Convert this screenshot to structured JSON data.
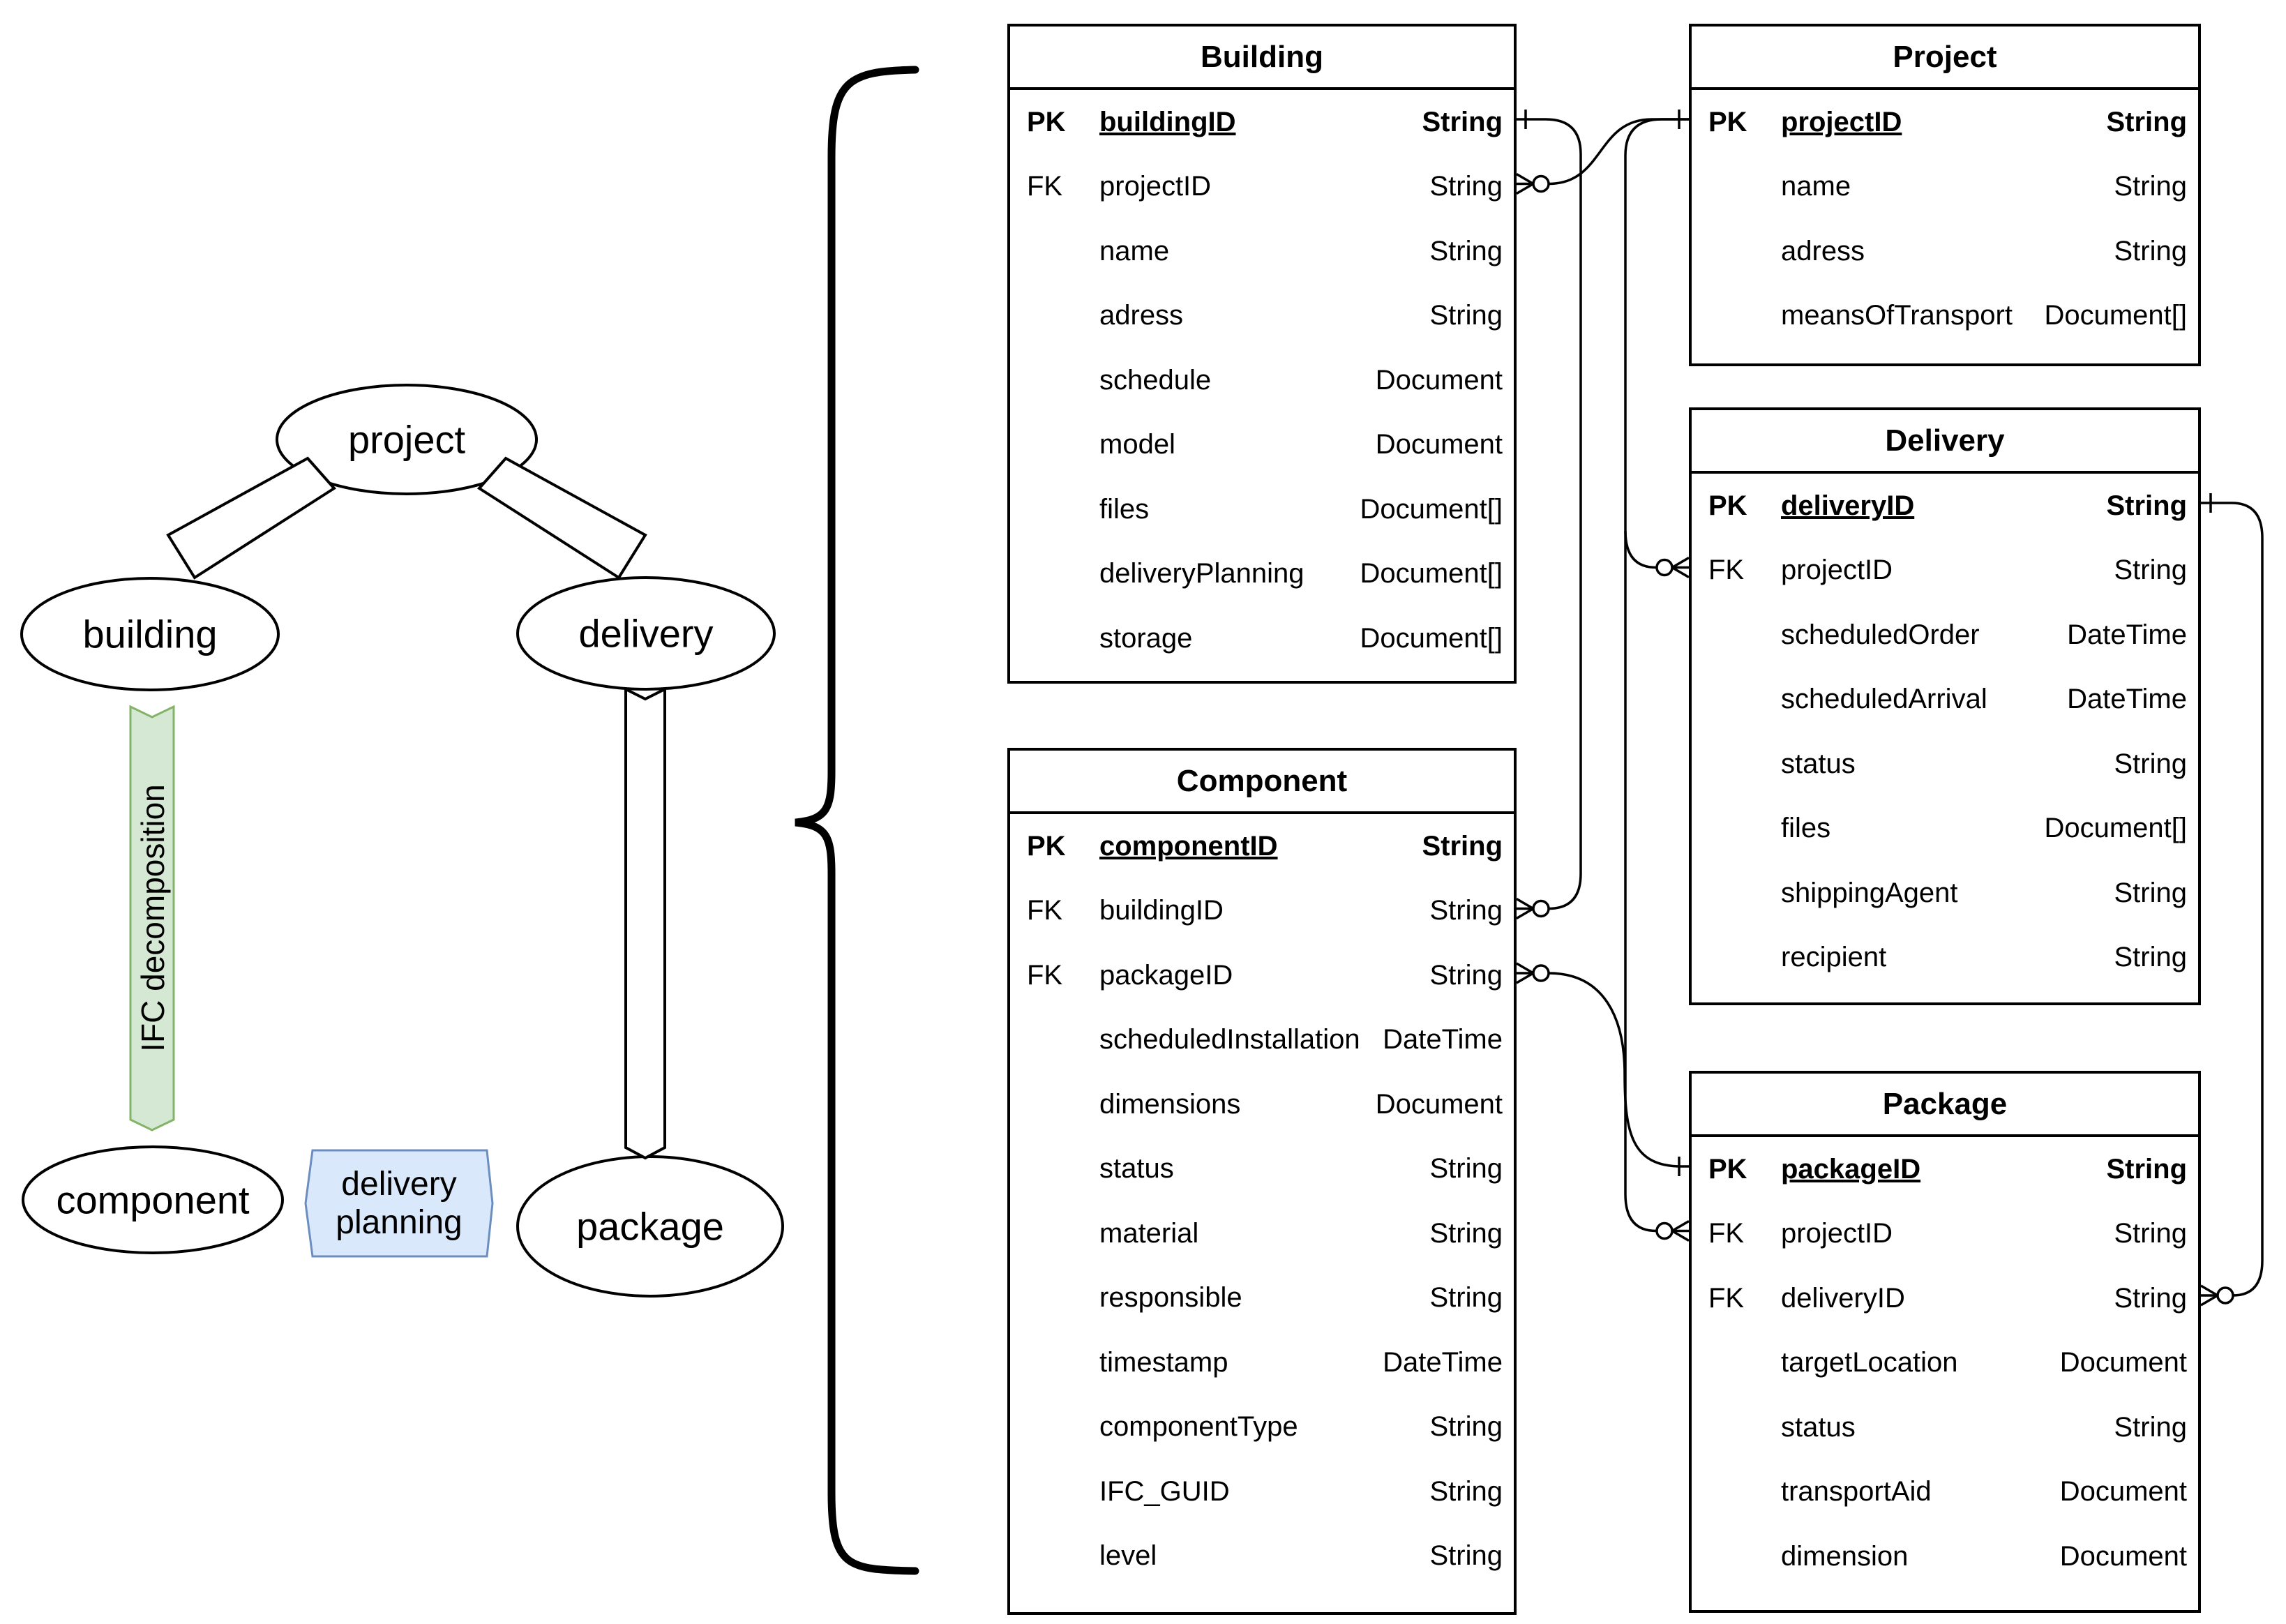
{
  "diagram": {
    "nodes": [
      {
        "id": "project",
        "label": "project"
      },
      {
        "id": "building",
        "label": "building"
      },
      {
        "id": "delivery",
        "label": "delivery"
      },
      {
        "id": "component",
        "label": "component"
      },
      {
        "id": "package",
        "label": "package"
      }
    ],
    "edge_labels": [
      {
        "id": "ifc-decomposition",
        "label": "IFC decomposition",
        "fill": "#d5e8d4",
        "stroke": "#82b366"
      },
      {
        "id": "delivery-planning",
        "label": "delivery planning",
        "fill": "#dae8fc",
        "stroke": "#6c8ebf"
      }
    ]
  },
  "tables": [
    {
      "title": "Building",
      "rows": [
        {
          "key": "PK",
          "name": "buildingID",
          "type": "String",
          "pk": true
        },
        {
          "key": "FK",
          "name": "projectID",
          "type": "String"
        },
        {
          "key": "",
          "name": "name",
          "type": "String"
        },
        {
          "key": "",
          "name": "adress",
          "type": "String"
        },
        {
          "key": "",
          "name": "schedule",
          "type": "Document"
        },
        {
          "key": "",
          "name": "model",
          "type": "Document"
        },
        {
          "key": "",
          "name": "files",
          "type": "Document[]"
        },
        {
          "key": "",
          "name": "deliveryPlanning",
          "type": "Document[]"
        },
        {
          "key": "",
          "name": "storage",
          "type": "Document[]"
        }
      ]
    },
    {
      "title": "Project",
      "rows": [
        {
          "key": "PK",
          "name": "projectID",
          "type": "String",
          "pk": true
        },
        {
          "key": "",
          "name": "name",
          "type": "String"
        },
        {
          "key": "",
          "name": "adress",
          "type": "String"
        },
        {
          "key": "",
          "name": "meansOfTransport",
          "type": "Document[]"
        }
      ]
    },
    {
      "title": "Delivery",
      "rows": [
        {
          "key": "PK",
          "name": "deliveryID",
          "type": "String",
          "pk": true
        },
        {
          "key": "FK",
          "name": "projectID",
          "type": "String"
        },
        {
          "key": "",
          "name": "scheduledOrder",
          "type": "DateTime"
        },
        {
          "key": "",
          "name": "scheduledArrival",
          "type": "DateTime"
        },
        {
          "key": "",
          "name": "status",
          "type": "String"
        },
        {
          "key": "",
          "name": "files",
          "type": "Document[]"
        },
        {
          "key": "",
          "name": "shippingAgent",
          "type": "String"
        },
        {
          "key": "",
          "name": "recipient",
          "type": "String"
        }
      ]
    },
    {
      "title": "Component",
      "rows": [
        {
          "key": "PK",
          "name": "componentID",
          "type": "String",
          "pk": true
        },
        {
          "key": "FK",
          "name": "buildingID",
          "type": "String"
        },
        {
          "key": "FK",
          "name": "packageID",
          "type": "String"
        },
        {
          "key": "",
          "name": "scheduledInstallation",
          "type": "DateTime"
        },
        {
          "key": "",
          "name": "dimensions",
          "type": "Document"
        },
        {
          "key": "",
          "name": "status",
          "type": "String"
        },
        {
          "key": "",
          "name": "material",
          "type": "String"
        },
        {
          "key": "",
          "name": "responsible",
          "type": "String"
        },
        {
          "key": "",
          "name": "timestamp",
          "type": "DateTime"
        },
        {
          "key": "",
          "name": "componentType",
          "type": "String"
        },
        {
          "key": "",
          "name": "IFC_GUID",
          "type": "String"
        },
        {
          "key": "",
          "name": "level",
          "type": "String"
        }
      ]
    },
    {
      "title": "Package",
      "rows": [
        {
          "key": "PK",
          "name": "packageID",
          "type": "String",
          "pk": true
        },
        {
          "key": "FK",
          "name": "projectID",
          "type": "String"
        },
        {
          "key": "FK",
          "name": "deliveryID",
          "type": "String"
        },
        {
          "key": "",
          "name": "targetLocation",
          "type": "Document"
        },
        {
          "key": "",
          "name": "status",
          "type": "String"
        },
        {
          "key": "",
          "name": "transportAid",
          "type": "Document"
        },
        {
          "key": "",
          "name": "dimension",
          "type": "Document"
        }
      ]
    }
  ]
}
